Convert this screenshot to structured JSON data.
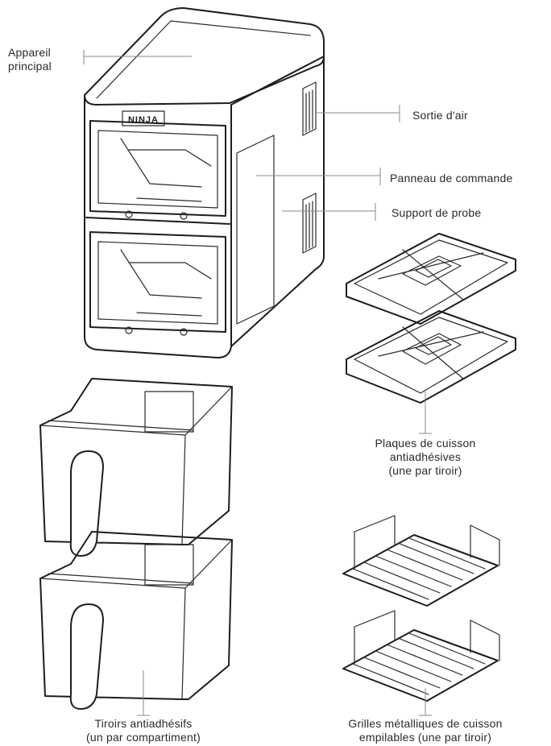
{
  "brand": "NINJA",
  "labels": {
    "main_unit": [
      "Appareil",
      "principal"
    ],
    "air_outlet": "Sortie d'air",
    "control_panel": "Panneau de commande",
    "probe_holder": "Support de probe",
    "crisper_plates": [
      "Plaques de cuisson",
      "antiadhésives",
      "(une par tiroir)"
    ],
    "drawers": [
      "Tiroirs antiadhésifs",
      "(un par compartiment)"
    ],
    "racks": [
      "Grilles métalliques de cuisson",
      "empilables (une par tiroir)"
    ]
  }
}
